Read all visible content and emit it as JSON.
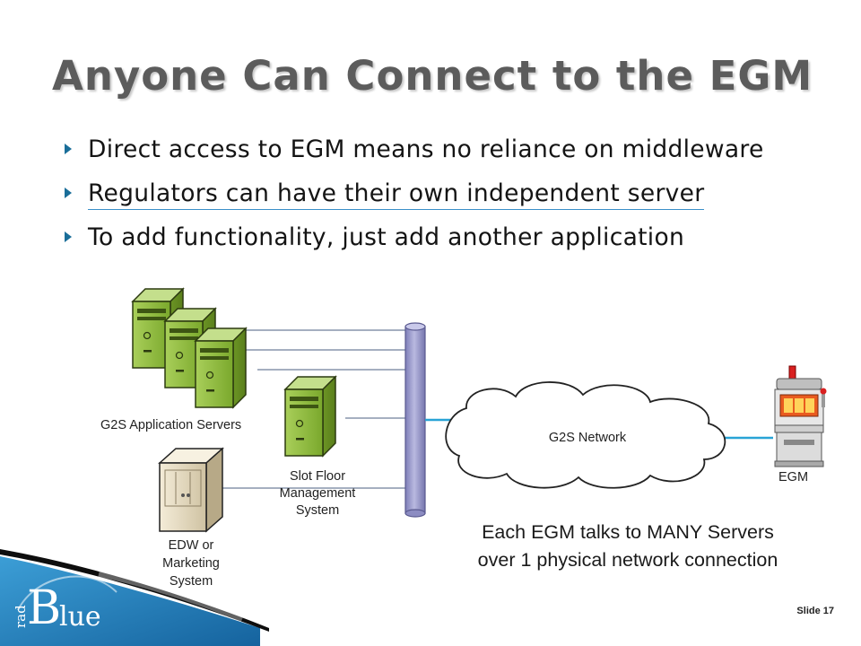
{
  "slide": {
    "title": "Anyone Can Connect to the EGM",
    "bullets": [
      "Direct access to EGM means no reliance on middleware",
      "Regulators can have their own independent server",
      "To add functionality, just add another application"
    ],
    "slide_number": "Slide 17"
  },
  "diagram": {
    "app_servers_label": "G2S Application Servers",
    "slot_floor_label": [
      "Slot Floor",
      "Management",
      "System"
    ],
    "edw_label": [
      "EDW or",
      "Marketing",
      "System"
    ],
    "network_label": "G2S Network",
    "egm_label": "EGM",
    "caption": [
      "Each EGM talks to MANY Servers",
      "over 1 physical network connection"
    ]
  },
  "logo": {
    "letter": "B",
    "rest": "lue",
    "prefix": "rad"
  },
  "colors": {
    "title": "#5c5c5c",
    "accent": "#1a6e99",
    "server_green": "#8cbb3c",
    "bus": "#9b9bcc",
    "network_line": "#29a3d6",
    "footer_blue": "#2a8ac4"
  }
}
